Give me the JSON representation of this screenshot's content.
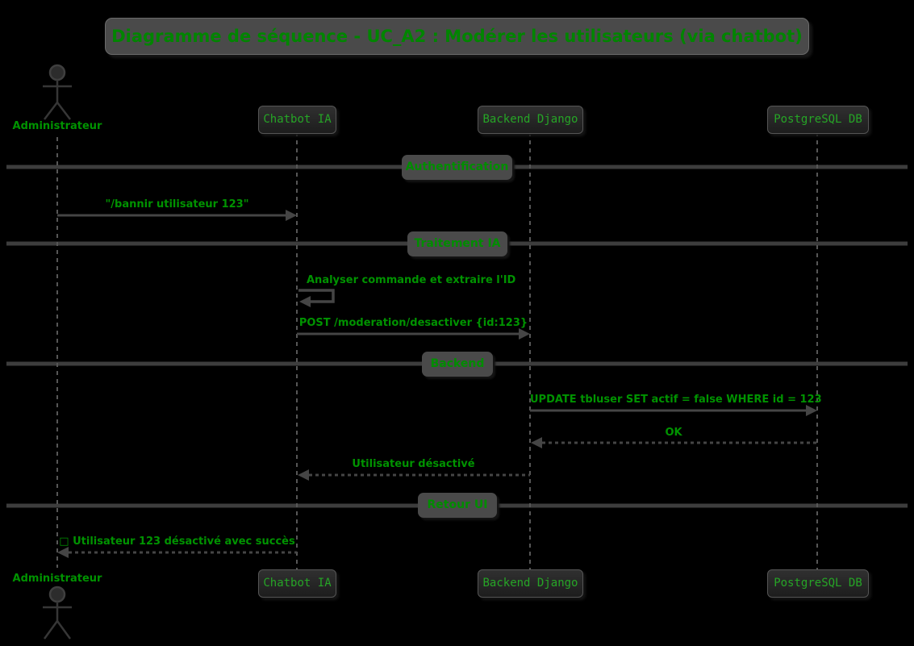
{
  "title": "Diagramme de séquence - UC_A2 : Modérer les utilisateurs (via chatbot)",
  "colors": {
    "background": "#000000",
    "accent_green": "#009300",
    "participant_text_green": "#26a526",
    "box_fill_gray": "#4a4a4a",
    "participant_fill": "#262626",
    "line_gray": "#3d3d3d",
    "arrow_gray": "#454545",
    "lifeline_gray": "#565656"
  },
  "participants": [
    {
      "name": "Administrateur",
      "type": "actor"
    },
    {
      "name": "Chatbot IA",
      "type": "box"
    },
    {
      "name": "Backend Django",
      "type": "box"
    },
    {
      "name": "PostgreSQL DB",
      "type": "box"
    }
  ],
  "dividers": [
    {
      "label": "Authentification"
    },
    {
      "label": "Traitement IA"
    },
    {
      "label": "Backend"
    },
    {
      "label": "Retour UI"
    }
  ],
  "messages": [
    {
      "text": "\"/bannir utilisateur 123\"",
      "from": "Administrateur",
      "to": "Chatbot IA",
      "line": "solid"
    },
    {
      "text": "Analyser commande et extraire l'ID",
      "from": "Chatbot IA",
      "to": "Chatbot IA",
      "line": "self"
    },
    {
      "text": "POST /moderation/desactiver {id:123}",
      "from": "Chatbot IA",
      "to": "Backend Django",
      "line": "solid"
    },
    {
      "text": "UPDATE tbluser SET actif = false WHERE id = 123",
      "from": "Backend Django",
      "to": "PostgreSQL DB",
      "line": "solid"
    },
    {
      "text": "OK",
      "from": "PostgreSQL DB",
      "to": "Backend Django",
      "line": "dashed"
    },
    {
      "text": "Utilisateur désactivé",
      "from": "Backend Django",
      "to": "Chatbot IA",
      "line": "dashed"
    },
    {
      "text": "□ Utilisateur 123 désactivé avec succès",
      "from": "Chatbot IA",
      "to": "Administrateur",
      "line": "dashed"
    }
  ]
}
